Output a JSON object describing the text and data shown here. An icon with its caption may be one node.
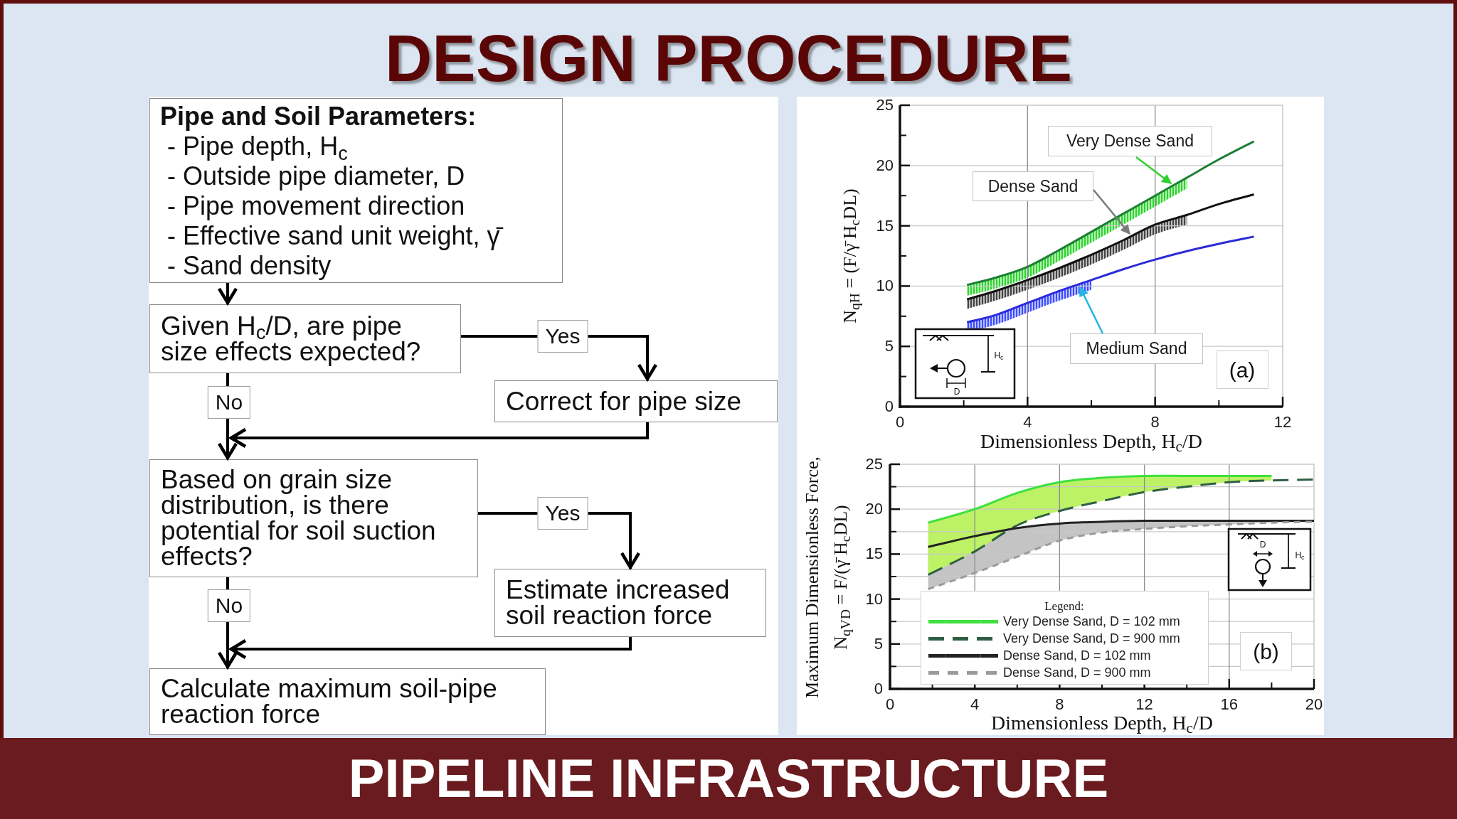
{
  "diagram": {
    "title": "DESIGN PROCEDURE",
    "nodes": [
      {
        "text": [
          "Pipe and Soil Parameters:",
          "- Pipe depth, H$_{c}$",
          "- Outside pipe diameter, D",
          "- Pipe movement direction",
          "- Effective sand unit weight, γ̄",
          "- Sand density"
        ]
      },
      {
        "text": [
          "Given H$_{c}$/D, are pipe size effects expected?"
        ]
      },
      {
        "text": [
          "Correct for pipe size"
        ]
      },
      {
        "text": [
          "Based on grain size distribution, is there potential for soil suction effects?"
        ]
      },
      {
        "text": [
          "Estimate increased soil reaction force"
        ]
      },
      {
        "text": [
          "Calculate maximum soil-pipe reaction force"
        ]
      }
    ],
    "edges": [
      {
        "from": 0,
        "to": 1,
        "arrow": "to"
      },
      {
        "from": 1,
        "to": 2,
        "arrow": "to",
        "label": "Yes"
      },
      {
        "from": 1,
        "to": 3,
        "arrow": "to",
        "label": "No"
      },
      {
        "from": 2,
        "to": 3,
        "arrow": "to"
      },
      {
        "from": 3,
        "to": 4,
        "arrow": "to",
        "label": "Yes"
      },
      {
        "from": 3,
        "to": 5,
        "arrow": "to",
        "label": "No"
      },
      {
        "from": 4,
        "to": 5,
        "arrow": "to"
      }
    ],
    "labels": [
      "PIPELINE INFRASTRUCTURE"
    ],
    "chart_data": [
      {
        "type": "line",
        "xlabel": "Dimensionless Depth, H$_{c}$/D",
        "ylabel": "N$_{qH}$ = (F/γ̄ H$_{c}$DL)",
        "x": [
          2.1,
          3,
          4,
          5,
          6,
          7,
          8,
          9,
          10,
          11.1
        ],
        "xlim": [
          0,
          12
        ],
        "ylim": [
          0,
          25
        ],
        "xticks": [
          0,
          4,
          8,
          12
        ],
        "yticks": [
          0,
          5,
          10,
          15,
          20,
          25
        ],
        "grid": true,
        "series": [
          {
            "name": "Very Dense Sand",
            "color": "#1c7f34",
            "values": [
              10.1,
              10.7,
              11.6,
              13.0,
              14.5,
              16.0,
              17.5,
              19.0,
              20.5,
              22.0
            ]
          },
          {
            "name": "Dense Sand",
            "color": "#111111",
            "values": [
              8.9,
              9.6,
              10.5,
              11.5,
              12.6,
              13.8,
              15.1,
              15.9,
              16.8,
              17.6
            ]
          },
          {
            "name": "Medium Sand",
            "color": "#2b2bd9",
            "values": [
              7.0,
              7.6,
              8.6,
              9.6,
              10.5,
              11.4,
              12.2,
              12.9,
              13.5,
              14.1
            ]
          }
        ],
        "annotations": [
          "(a)",
          "H$_{c}$",
          "D"
        ]
      },
      {
        "type": "line",
        "xlabel": "Dimensionless Depth, H$_{c}$/D",
        "ylabel": "Maximum Dimensionless Force, N$_{qVD}$ = F/(γ̄ H$_{c}$DL)",
        "x": [
          1.8,
          4,
          6,
          8,
          10,
          12,
          14,
          16,
          18,
          20
        ],
        "xlim": [
          0,
          20
        ],
        "ylim": [
          0,
          25
        ],
        "xticks": [
          0,
          4,
          8,
          12,
          16,
          20
        ],
        "yticks": [
          0,
          5,
          10,
          15,
          20,
          25
        ],
        "grid": true,
        "legend": "lower left",
        "series": [
          {
            "name": "Very Dense Sand, D = 102 mm",
            "color": "#3fe03f",
            "values": [
              18.5,
              20.0,
              21.8,
              23.0,
              23.5,
              23.7,
              23.7,
              23.7,
              23.7,
              null
            ]
          },
          {
            "name": "Very Dense Sand, D = 900 mm",
            "color": "#2e5e44",
            "line_style": "dashed",
            "values": [
              12.7,
              15.3,
              18.2,
              19.8,
              20.9,
              21.9,
              22.5,
              23.0,
              23.2,
              23.3
            ]
          },
          {
            "name": "Dense Sand, D = 102 mm",
            "color": "#222222",
            "values": [
              15.8,
              17.0,
              17.9,
              18.4,
              18.6,
              18.7,
              18.7,
              18.7,
              18.7,
              18.7
            ]
          },
          {
            "name": "Dense Sand, D = 900 mm",
            "color": "#9a9a9a",
            "line_style": "dashed",
            "values": [
              11.1,
              12.9,
              14.7,
              16.5,
              17.4,
              17.8,
              18.1,
              18.3,
              18.5,
              18.6
            ]
          }
        ],
        "annotations": [
          "Legend:",
          "D",
          "H$_{c}$",
          "(b)"
        ]
      }
    ]
  }
}
